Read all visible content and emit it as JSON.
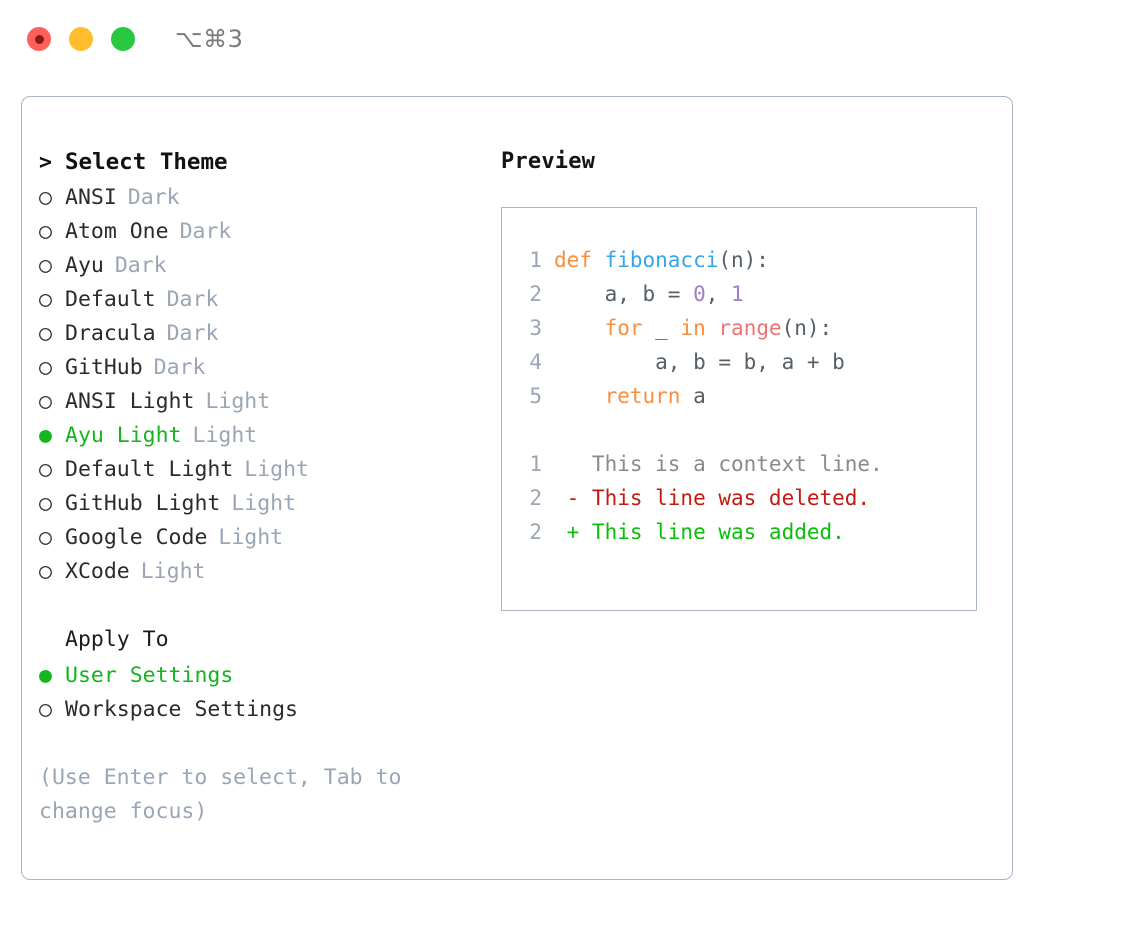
{
  "window": {
    "traffic_lights": [
      {
        "name": "close",
        "color": "#ff6059"
      },
      {
        "name": "minimize",
        "color": "#ffbd2e"
      },
      {
        "name": "zoom",
        "color": "#28c840"
      }
    ],
    "shortcut": "⌥⌘3"
  },
  "theme_list": {
    "heading_marker": ">",
    "heading": "Select Theme",
    "marker_unselected": "○",
    "marker_selected": "●",
    "items": [
      {
        "label": "ANSI",
        "variant": "Dark",
        "selected": false
      },
      {
        "label": "Atom One",
        "variant": "Dark",
        "selected": false
      },
      {
        "label": "Ayu",
        "variant": "Dark",
        "selected": false
      },
      {
        "label": "Default",
        "variant": "Dark",
        "selected": false
      },
      {
        "label": "Dracula",
        "variant": "Dark",
        "selected": false
      },
      {
        "label": "GitHub",
        "variant": "Dark",
        "selected": false
      },
      {
        "label": "ANSI Light",
        "variant": "Light",
        "selected": false
      },
      {
        "label": "Ayu Light",
        "variant": "Light",
        "selected": true
      },
      {
        "label": "Default Light",
        "variant": "Light",
        "selected": false
      },
      {
        "label": "GitHub Light",
        "variant": "Light",
        "selected": false
      },
      {
        "label": "Google Code",
        "variant": "Light",
        "selected": false
      },
      {
        "label": "XCode",
        "variant": "Light",
        "selected": false
      }
    ]
  },
  "apply_to": {
    "heading": "Apply To",
    "items": [
      {
        "label": "User Settings",
        "selected": true
      },
      {
        "label": "Workspace Settings",
        "selected": false
      }
    ]
  },
  "hint": "(Use Enter to select, Tab to change focus)",
  "preview": {
    "title": "Preview",
    "code_lines": [
      {
        "num": "1",
        "tokens": [
          {
            "t": "def ",
            "c": "kw"
          },
          {
            "t": "fibonacci",
            "c": "fn"
          },
          {
            "t": "(n):",
            "c": "pln"
          }
        ]
      },
      {
        "num": "2",
        "tokens": [
          {
            "t": "    a, b = ",
            "c": "pln"
          },
          {
            "t": "0",
            "c": "num"
          },
          {
            "t": ", ",
            "c": "pln"
          },
          {
            "t": "1",
            "c": "num"
          }
        ]
      },
      {
        "num": "3",
        "tokens": [
          {
            "t": "    ",
            "c": "pln"
          },
          {
            "t": "for",
            "c": "kw"
          },
          {
            "t": " _ ",
            "c": "pln"
          },
          {
            "t": "in",
            "c": "kw"
          },
          {
            "t": " ",
            "c": "pln"
          },
          {
            "t": "range",
            "c": "bi"
          },
          {
            "t": "(n):",
            "c": "pln"
          }
        ]
      },
      {
        "num": "4",
        "tokens": [
          {
            "t": "        a, b = b, a + b",
            "c": "pln"
          }
        ]
      },
      {
        "num": "5",
        "tokens": [
          {
            "t": "    ",
            "c": "pln"
          },
          {
            "t": "return",
            "c": "kw"
          },
          {
            "t": " a",
            "c": "pln"
          }
        ]
      }
    ],
    "diff_lines": [
      {
        "num": "1",
        "sign": " ",
        "text": "This is a context line.",
        "kind": "ctx"
      },
      {
        "num": "2",
        "sign": "-",
        "text": "This line was deleted.",
        "kind": "del"
      },
      {
        "num": "2",
        "sign": "+",
        "text": "This line was added.",
        "kind": "add"
      }
    ]
  },
  "colors": {
    "accent_green": "#15b51f",
    "muted": "#9aa5b5",
    "border": "#aab4c4",
    "keyword": "#fa8d3e",
    "function": "#36a6e8",
    "builtin": "#f07171",
    "number": "#a37acc",
    "plain": "#575f66",
    "diff_context": "#8a8a8a",
    "diff_deleted": "#c11a10",
    "diff_added": "#0bbd0b"
  }
}
